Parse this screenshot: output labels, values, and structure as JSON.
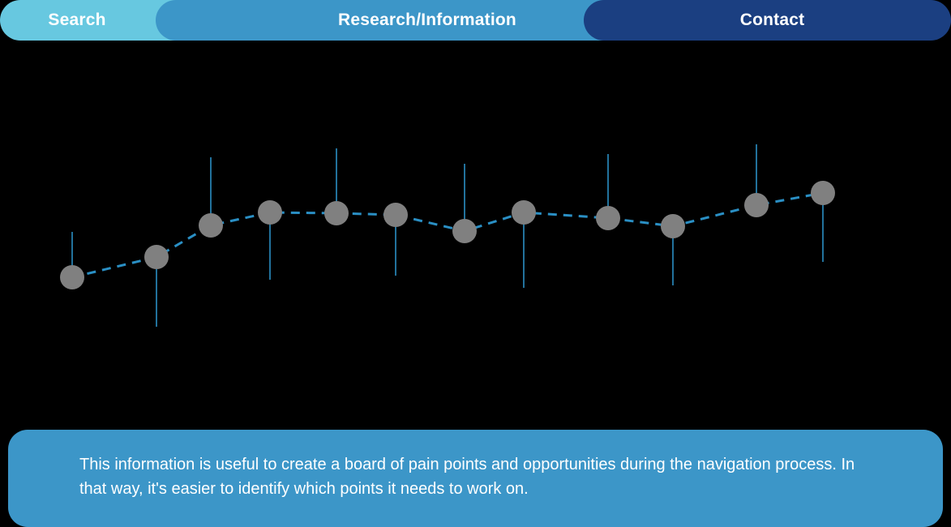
{
  "header": {
    "tabs": [
      {
        "id": "search",
        "label": "Search",
        "color": "#67c8e0",
        "text_color": "#ffffff"
      },
      {
        "id": "research",
        "label": "Research/Information",
        "color": "#3c96c8",
        "text_color": "#ffffff"
      },
      {
        "id": "contact",
        "label": "Contact",
        "color": "#1b3f81",
        "text_color": "#ffffff"
      }
    ]
  },
  "footer": {
    "background": "#3c96c8",
    "text": "This information is useful to create a board of pain points and opportunities during the navigation process. In that way, it's easier to identify which points it needs to work on."
  },
  "chart_data": {
    "type": "line",
    "title": "",
    "xlabel": "",
    "ylabel": "",
    "grid": false,
    "legend": null,
    "background": "#000000",
    "marker_color": "#808080",
    "marker_radius": 15,
    "line_color": "#2a8fc4",
    "line_style": "dashed",
    "line_width": 3,
    "stem_color": "#2a8fc4",
    "stem_width": 1.6,
    "xlim": [
      0,
      1173
    ],
    "ylim": [
      130,
      480
    ],
    "x": [
      89,
      193,
      260,
      333,
      415,
      488,
      573,
      646,
      750,
      830,
      933,
      1015
    ],
    "y": [
      342,
      317,
      278,
      262,
      263,
      265,
      285,
      262,
      269,
      279,
      253,
      238
    ],
    "stem_direction": [
      "up",
      "down",
      "up",
      "down",
      "up",
      "down",
      "up",
      "down",
      "up",
      "down",
      "up",
      "down"
    ],
    "stem_end": [
      286,
      403,
      194,
      345,
      183,
      340,
      202,
      355,
      190,
      352,
      178,
      323
    ],
    "point_count": 12
  }
}
